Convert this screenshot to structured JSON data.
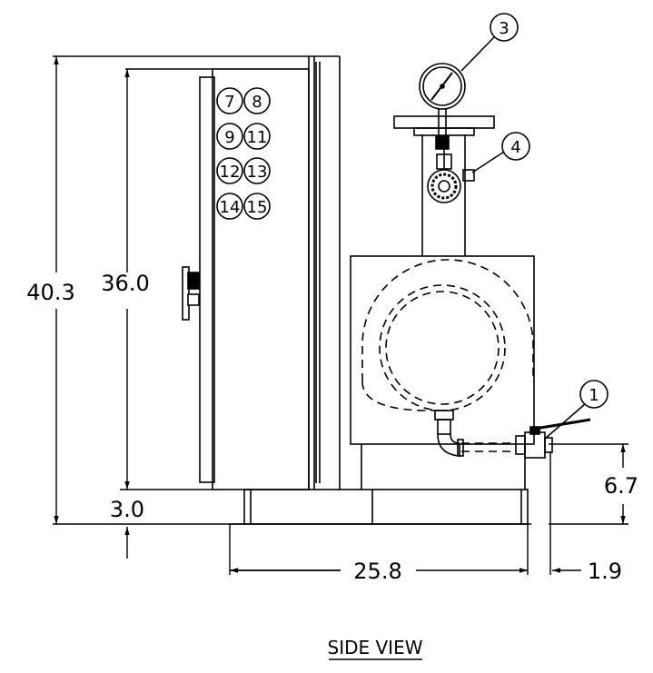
{
  "view_title": "SIDE VIEW",
  "dimensions": {
    "overall_height": "40.3",
    "cabinet_height": "36.0",
    "base_height": "3.0",
    "outlet_height": "6.7",
    "base_width": "25.8",
    "outlet_offset": "1.9"
  },
  "balloons": {
    "b1": "1",
    "b3": "3",
    "b4": "4",
    "b7": "7",
    "b8": "8",
    "b9": "9",
    "b11": "11",
    "b12": "12",
    "b13": "13",
    "b14": "14",
    "b15": "15"
  }
}
